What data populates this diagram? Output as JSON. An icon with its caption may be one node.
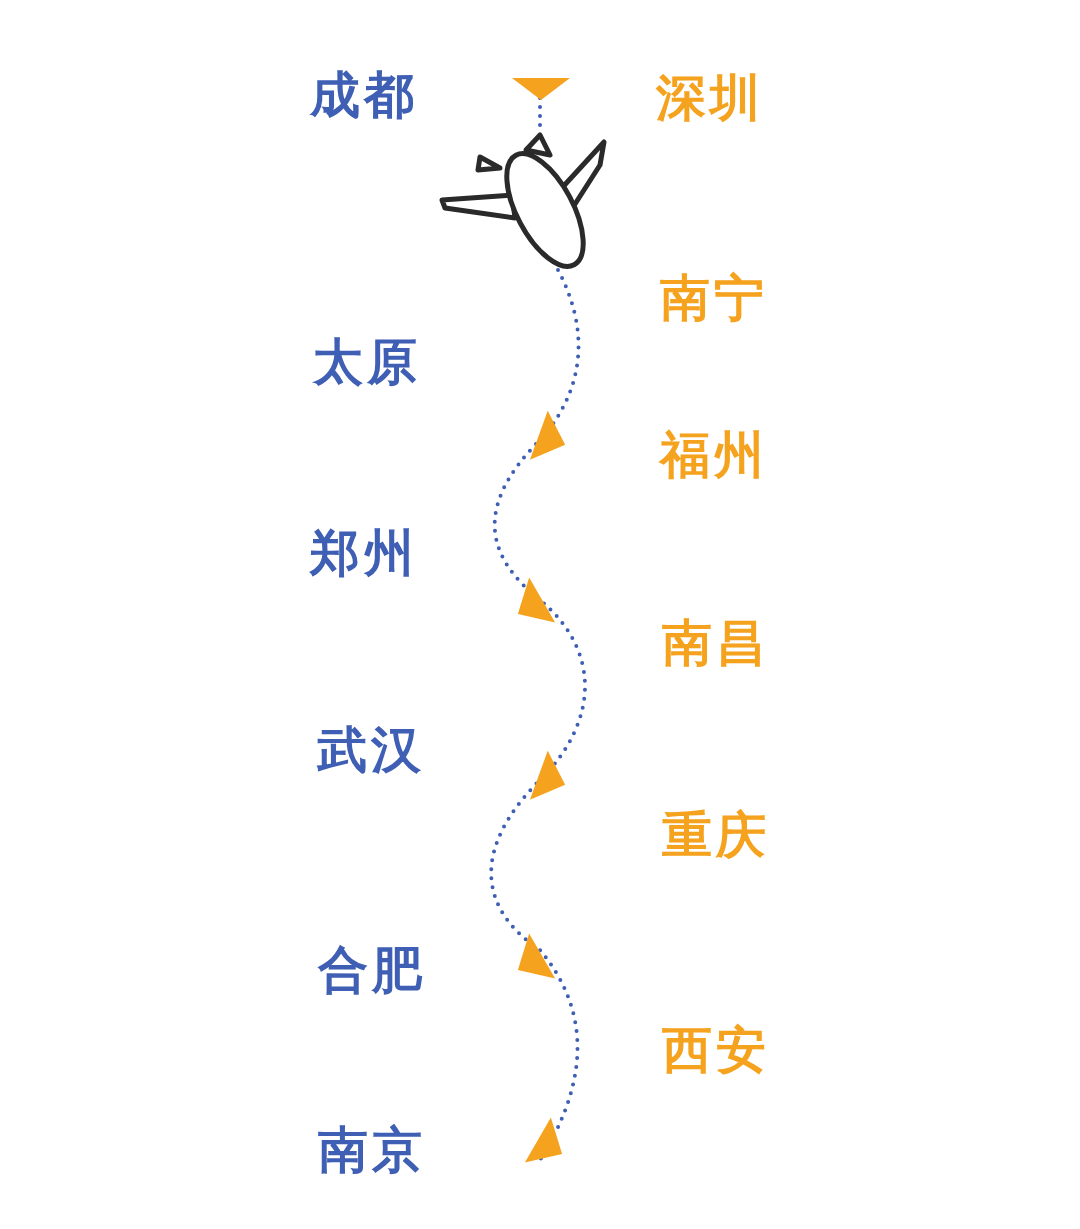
{
  "diagram": {
    "labels": [
      "成都",
      "深圳",
      "南宁",
      "太原",
      "福州",
      "郑州",
      "南昌",
      "武汉",
      "重庆",
      "合肥",
      "西安",
      "南京"
    ]
  }
}
